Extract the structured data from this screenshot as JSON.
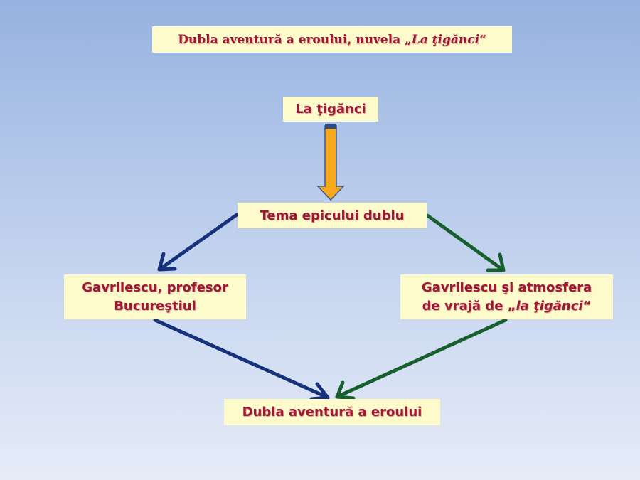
{
  "title": {
    "main": "Dubla aventură a eroului, nuvela ",
    "quote_open": "„",
    "italic": "La ţigănci",
    "quote_close": "“"
  },
  "nodes": {
    "la_tiganci": "La ţigănci",
    "tema": "Tema epicului dublu",
    "left_line1": "Gavrilescu, profesor",
    "left_line2": "Bucureştiul",
    "right_line1": "Gavrilescu şi atmosfera",
    "right_line2_prefix": "de vrajă de „",
    "right_line2_italic": "la ţigănci",
    "right_line2_suffix": "“",
    "final": "Dubla aventură a eroului"
  },
  "colors": {
    "box_fill": "#fdfbcc",
    "text": "#a01838",
    "arrow_blue": "#16327a",
    "arrow_green": "#17602e",
    "arrow_orange": "#f7a81c"
  }
}
